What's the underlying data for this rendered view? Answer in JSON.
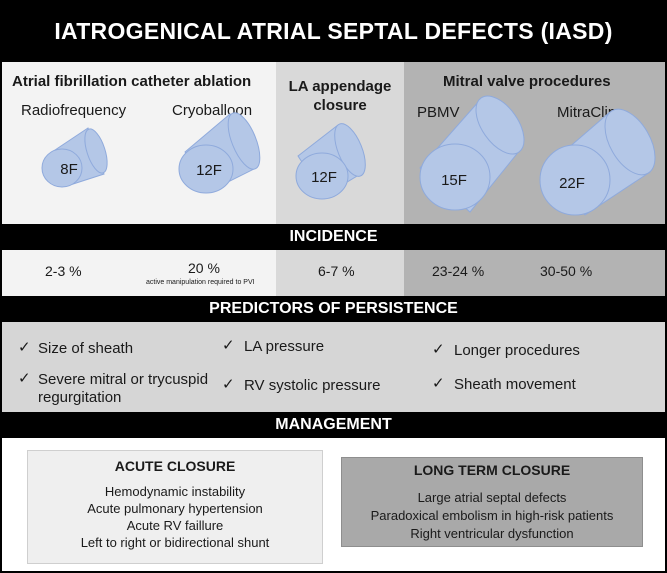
{
  "title": "IATROGENICAL ATRIAL SEPTAL DEFECTS (IASD)",
  "columns": {
    "af_header": "Atrial fibrillation catheter ablation",
    "laa_header_line1": "LA appendage",
    "laa_header_line2": "closure",
    "mitral_header": "Mitral valve procedures"
  },
  "procedures": [
    {
      "name": "Radiofrequency",
      "size": "8F"
    },
    {
      "name": "Cryoballoon",
      "size": "12F"
    },
    {
      "name": "",
      "size": "12F"
    },
    {
      "name": "PBMV",
      "size": "15F"
    },
    {
      "name": "MitraClip",
      "size": "22F"
    }
  ],
  "incidence": {
    "header": "INCIDENCE",
    "values": [
      "2-3 %",
      "20 %",
      "6-7 %",
      "23-24 %",
      "30-50 %"
    ],
    "note": "active manipulation required to PVI"
  },
  "predictors": {
    "header": "PREDICTORS OF PERSISTENCE",
    "check": "✓",
    "items": [
      "Size of sheath",
      "Severe mitral or trycuspid",
      "regurgitation",
      "LA pressure",
      "RV systolic pressure",
      "Longer procedures",
      "Sheath movement"
    ]
  },
  "management": {
    "header": "MANAGEMENT",
    "acute": {
      "title": "ACUTE CLOSURE",
      "items": [
        "Hemodynamic instability",
        "Acute pulmonary hypertension",
        "Acute RV faillure",
        "Left to right or bidirectional shunt"
      ]
    },
    "long_term": {
      "title": "LONG TERM CLOSURE",
      "items": [
        "Large atrial septal defects",
        "Paradoxical embolism in high-risk patients",
        "Right ventricular dysfunction"
      ]
    }
  },
  "colors": {
    "sheath_fill": "#b4c7e7",
    "sheath_stroke": "#8faadc",
    "panel_light": "#f3f3f3",
    "panel_mid": "#d9d9d9",
    "panel_dark": "#b3b3b3"
  }
}
